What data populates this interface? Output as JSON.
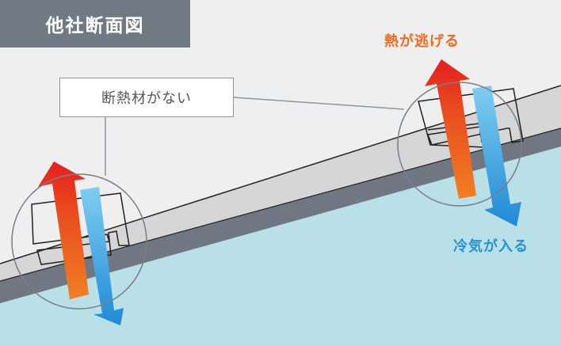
{
  "title": "他社断面図",
  "callout": "断熱材がない",
  "heat_label": "熱が逃げる",
  "cold_label": "冷気が入る",
  "colors": {
    "background": "#efefef",
    "title_bg": "#6f7a84",
    "roof_light": "#d6d6d6",
    "roof_dark": "#6f7882",
    "interior": "#b8e0e6",
    "heat": "#ec6d20",
    "cold": "#2592d4"
  }
}
